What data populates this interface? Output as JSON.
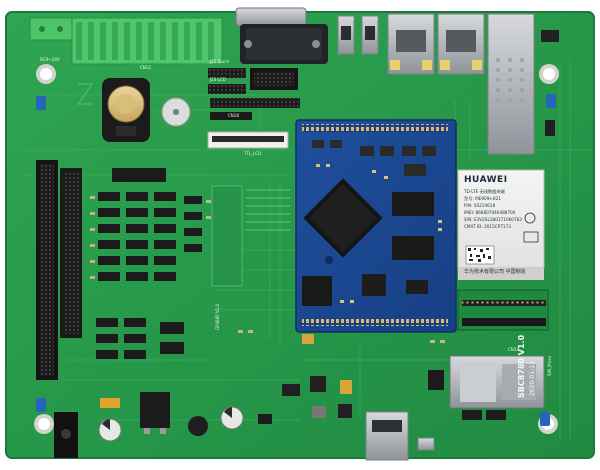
{
  "board": {
    "name": "SBC8780 V1.0",
    "revision": "2020-01-13"
  },
  "silkscreen": {
    "dc_in": "DC9~24V",
    "header_cn12": "CN12",
    "touch": "J22 Touch",
    "lcd": "J23 LCD",
    "ttl_lcd": "TTL_LCD",
    "cn18": "CN18",
    "gp_label": "GP4085 V1.0",
    "cn34": "CN34",
    "sim": "SIM_Micro"
  },
  "lte_module": {
    "brand": "HUAWEI",
    "line1": "TD-LTE 无线数据终端",
    "line2": "型号: ME909s-821",
    "line3": "P/N: 50210618",
    "line4": "IMEI: 868807040488700",
    "line5": "S/N: E3V2SL1B0171060783",
    "line6": "CMIIT ID: 2015CP7173",
    "maker": "华为技术有限公司 中国制造"
  }
}
